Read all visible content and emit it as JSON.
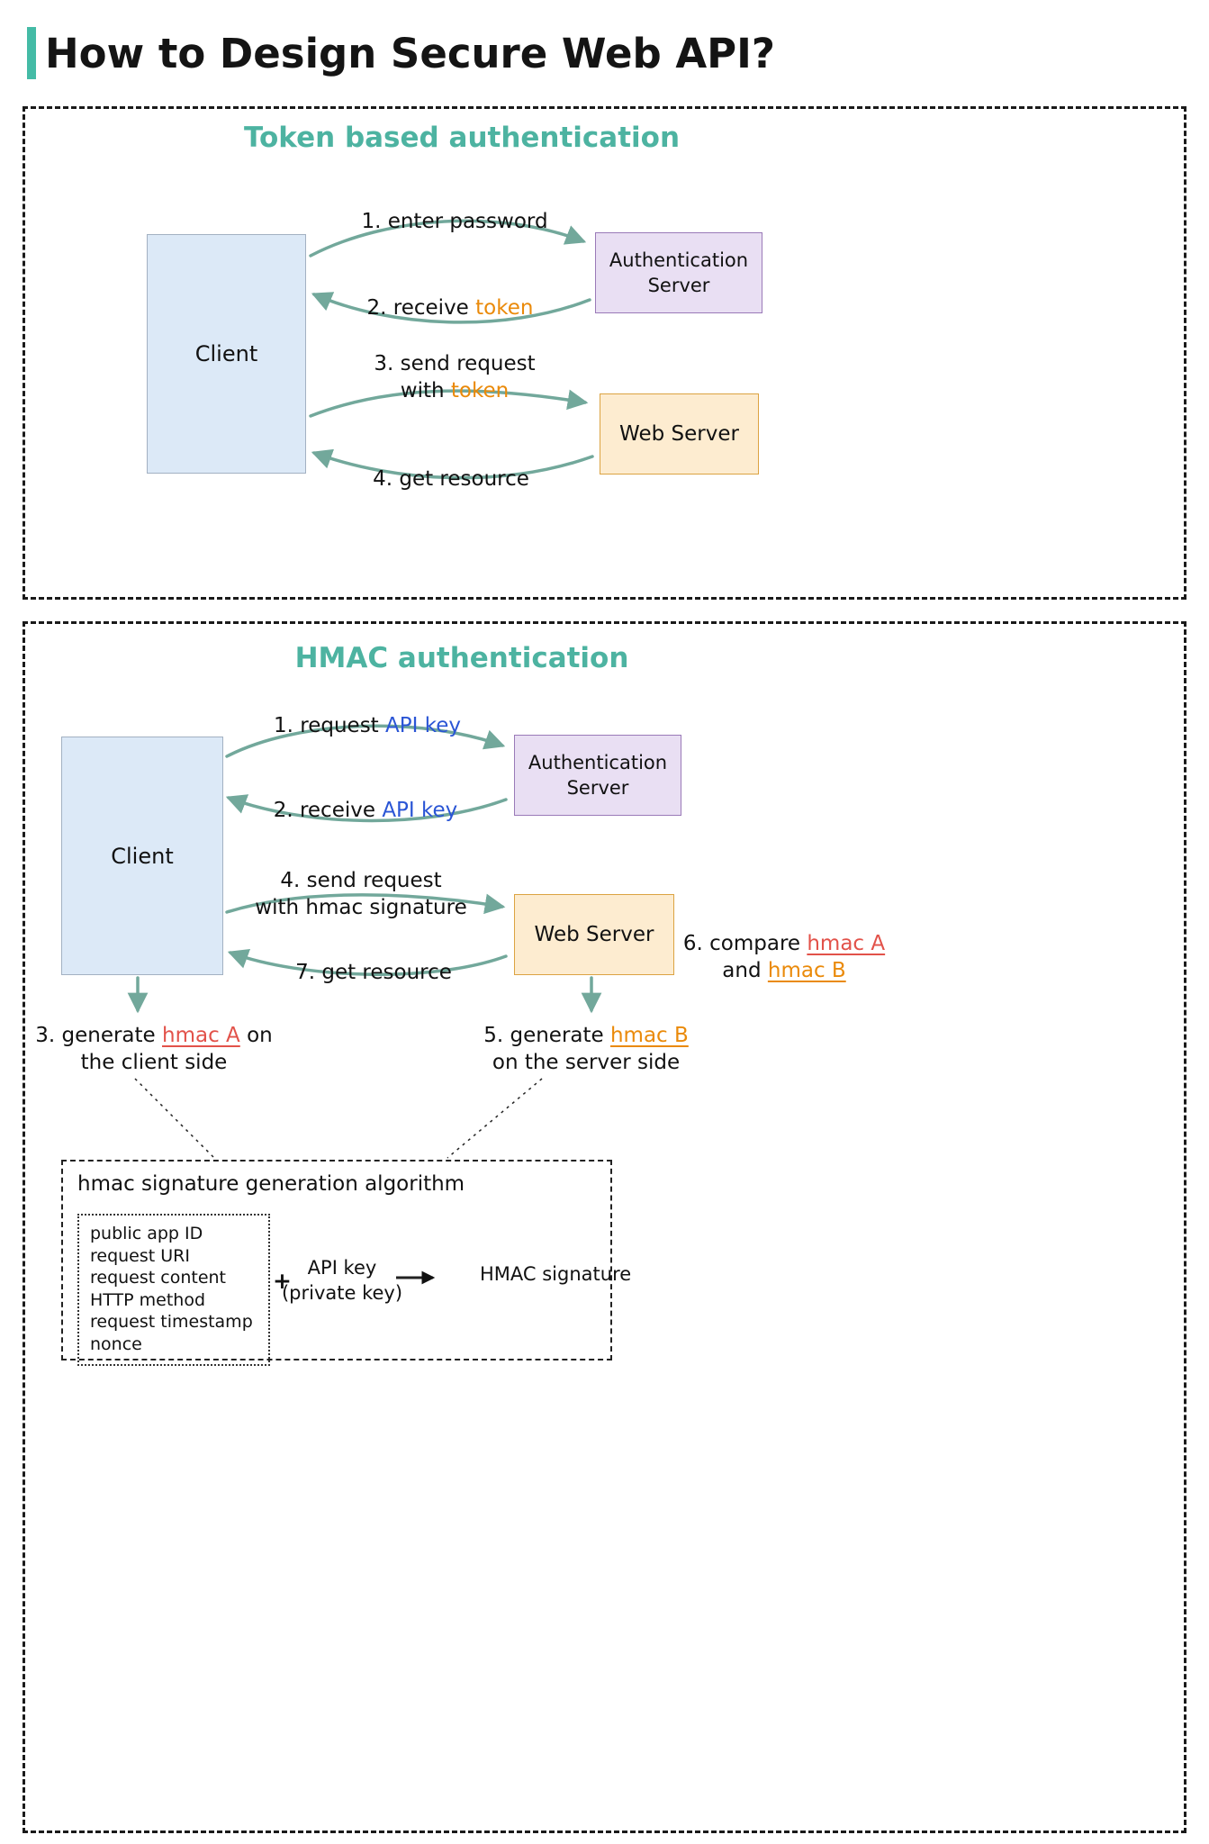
{
  "page": {
    "title": "How to Design Secure Web API?"
  },
  "colors": {
    "teal_heading": "#4DB3A1",
    "arrow_teal": "#72A89B",
    "token_orange": "#EA8A0A",
    "api_key_blue": "#2A55D5",
    "hmac_a_red": "#E2524A",
    "hmac_b_orange": "#EA8A0A",
    "client_fill": "#DCE9F7",
    "auth_server_fill": "#E9DFF3",
    "web_server_fill": "#FDECD0"
  },
  "panel_token": {
    "heading": "Token based authentication",
    "client_label": "Client",
    "auth_server_label": "Authentication Server",
    "web_server_label": "Web Server",
    "step1": "1. enter password",
    "step2_prefix": "2. receive ",
    "step2_highlight": "token",
    "step3_line1": "3. send request",
    "step3_line2_prefix": "with ",
    "step3_line2_highlight": "token",
    "step4": "4. get resource"
  },
  "panel_hmac": {
    "heading": "HMAC authentication",
    "client_label": "Client",
    "auth_server_label": "Authentication Server",
    "web_server_label": "Web Server",
    "step1_prefix": "1. request ",
    "step1_highlight": "API key",
    "step2_prefix": "2. receive ",
    "step2_highlight": "API key",
    "step4_line1": "4. send request",
    "step4_line2": "with hmac signature",
    "step7": "7. get resource",
    "step6_line1_prefix": "6. compare ",
    "step6_line1_highlight": "hmac A",
    "step6_line2_prefix": "and ",
    "step6_line2_highlight": "hmac B",
    "step3_prefix": "3. generate ",
    "step3_highlight": "hmac A",
    "step3_suffix": " on",
    "step3_line2": "the client side",
    "step5_prefix": "5. generate ",
    "step5_highlight": "hmac B",
    "step5_line2": "on the server side",
    "algorithm": {
      "title": "hmac signature generation algorithm",
      "inputs": [
        "public app ID",
        "request URI",
        "request content",
        "HTTP method",
        "request timestamp",
        "nonce"
      ],
      "plus": "+",
      "key_line1": "API key",
      "key_line2": "(private key)",
      "output": "HMAC signature"
    }
  }
}
